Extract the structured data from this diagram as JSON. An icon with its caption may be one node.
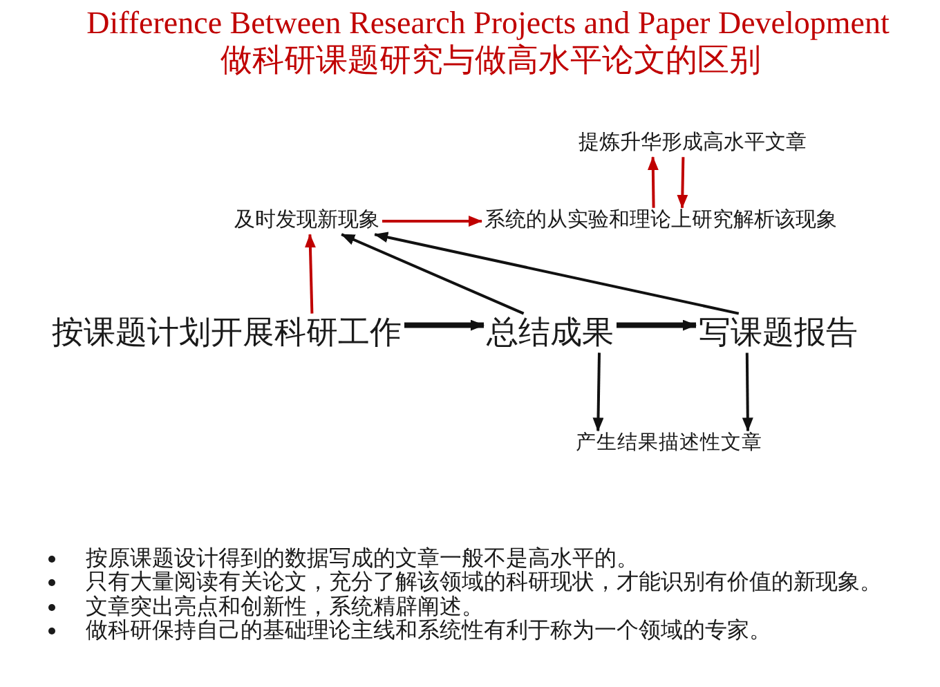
{
  "diagram": {
    "title": "Difference Between Research Projects and Paper Development",
    "nodes": [
      {
        "text": [
          "及时发现新现象"
        ]
      },
      {
        "text": [
          "系统的从实验和理论上研究解析该现象"
        ]
      },
      {
        "text": [
          "提炼升华形成高水平文章"
        ]
      },
      {
        "text": [
          "按课题计划开展科研工作"
        ]
      },
      {
        "text": [
          "总结成果"
        ]
      },
      {
        "text": [
          "写课题报告"
        ]
      },
      {
        "text": [
          "产生结果描述性文章"
        ]
      }
    ],
    "edges": [
      {
        "from": 3,
        "to": 4,
        "arrow": "to",
        "style": "thick"
      },
      {
        "from": 4,
        "to": 5,
        "arrow": "to",
        "style": "thick"
      },
      {
        "from": 3,
        "to": 0,
        "arrow": "to",
        "color": "#c00000"
      },
      {
        "from": 4,
        "to": 0,
        "arrow": "to"
      },
      {
        "from": 5,
        "to": 0,
        "arrow": "to"
      },
      {
        "from": 0,
        "to": 1,
        "arrow": "to",
        "color": "#c00000"
      },
      {
        "from": 1,
        "to": 2,
        "arrow": "to",
        "color": "#c00000"
      },
      {
        "from": 2,
        "to": 1,
        "arrow": "to",
        "color": "#c00000"
      },
      {
        "from": 4,
        "to": 6,
        "arrow": "to"
      },
      {
        "from": 5,
        "to": 6,
        "arrow": "to"
      }
    ],
    "labels": [
      "做科研课题研究与做高水平论文的区别",
      "按原课题设计得到的数据写成的文章一般不是高水平的。",
      "只有大量阅读有关论文，充分了解该领域的科研现状，才能识别有价值的新现象。",
      "文章突出亮点和创新性，系统精辟阐述。",
      "做科研保持自己的基础理论主线和系统性有利于称为一个领域的专家。"
    ]
  }
}
